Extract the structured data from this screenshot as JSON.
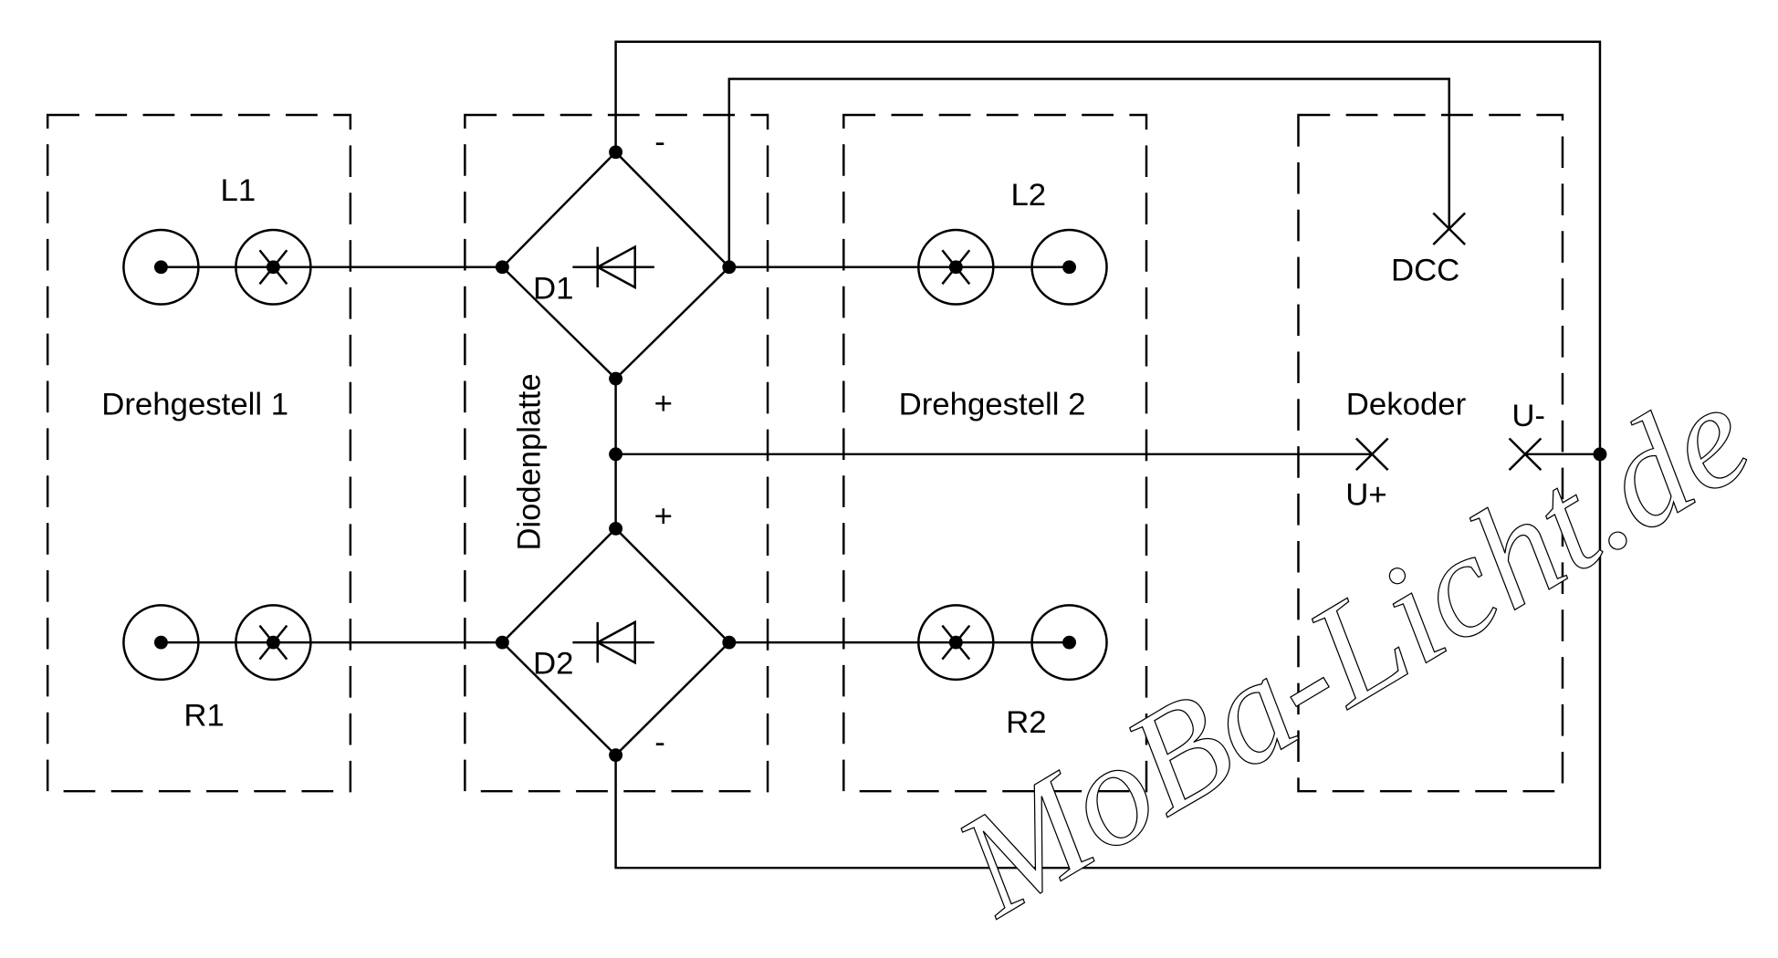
{
  "labels": {
    "l1": "L1",
    "r1": "R1",
    "l2": "L2",
    "r2": "R2",
    "bogie1": "Drehgestell 1",
    "bogie2": "Drehgestell 2",
    "diode_board": "Diodenplatte",
    "decoder": "Dekoder",
    "dcc": "DCC",
    "u_plus": "U+",
    "u_minus": "U-",
    "d1": "D1",
    "d2": "D2",
    "d1_minus": "-",
    "d1_plus": "+",
    "d2_plus": "+",
    "d2_minus": "-"
  },
  "watermark": "MoBa-Licht.de"
}
